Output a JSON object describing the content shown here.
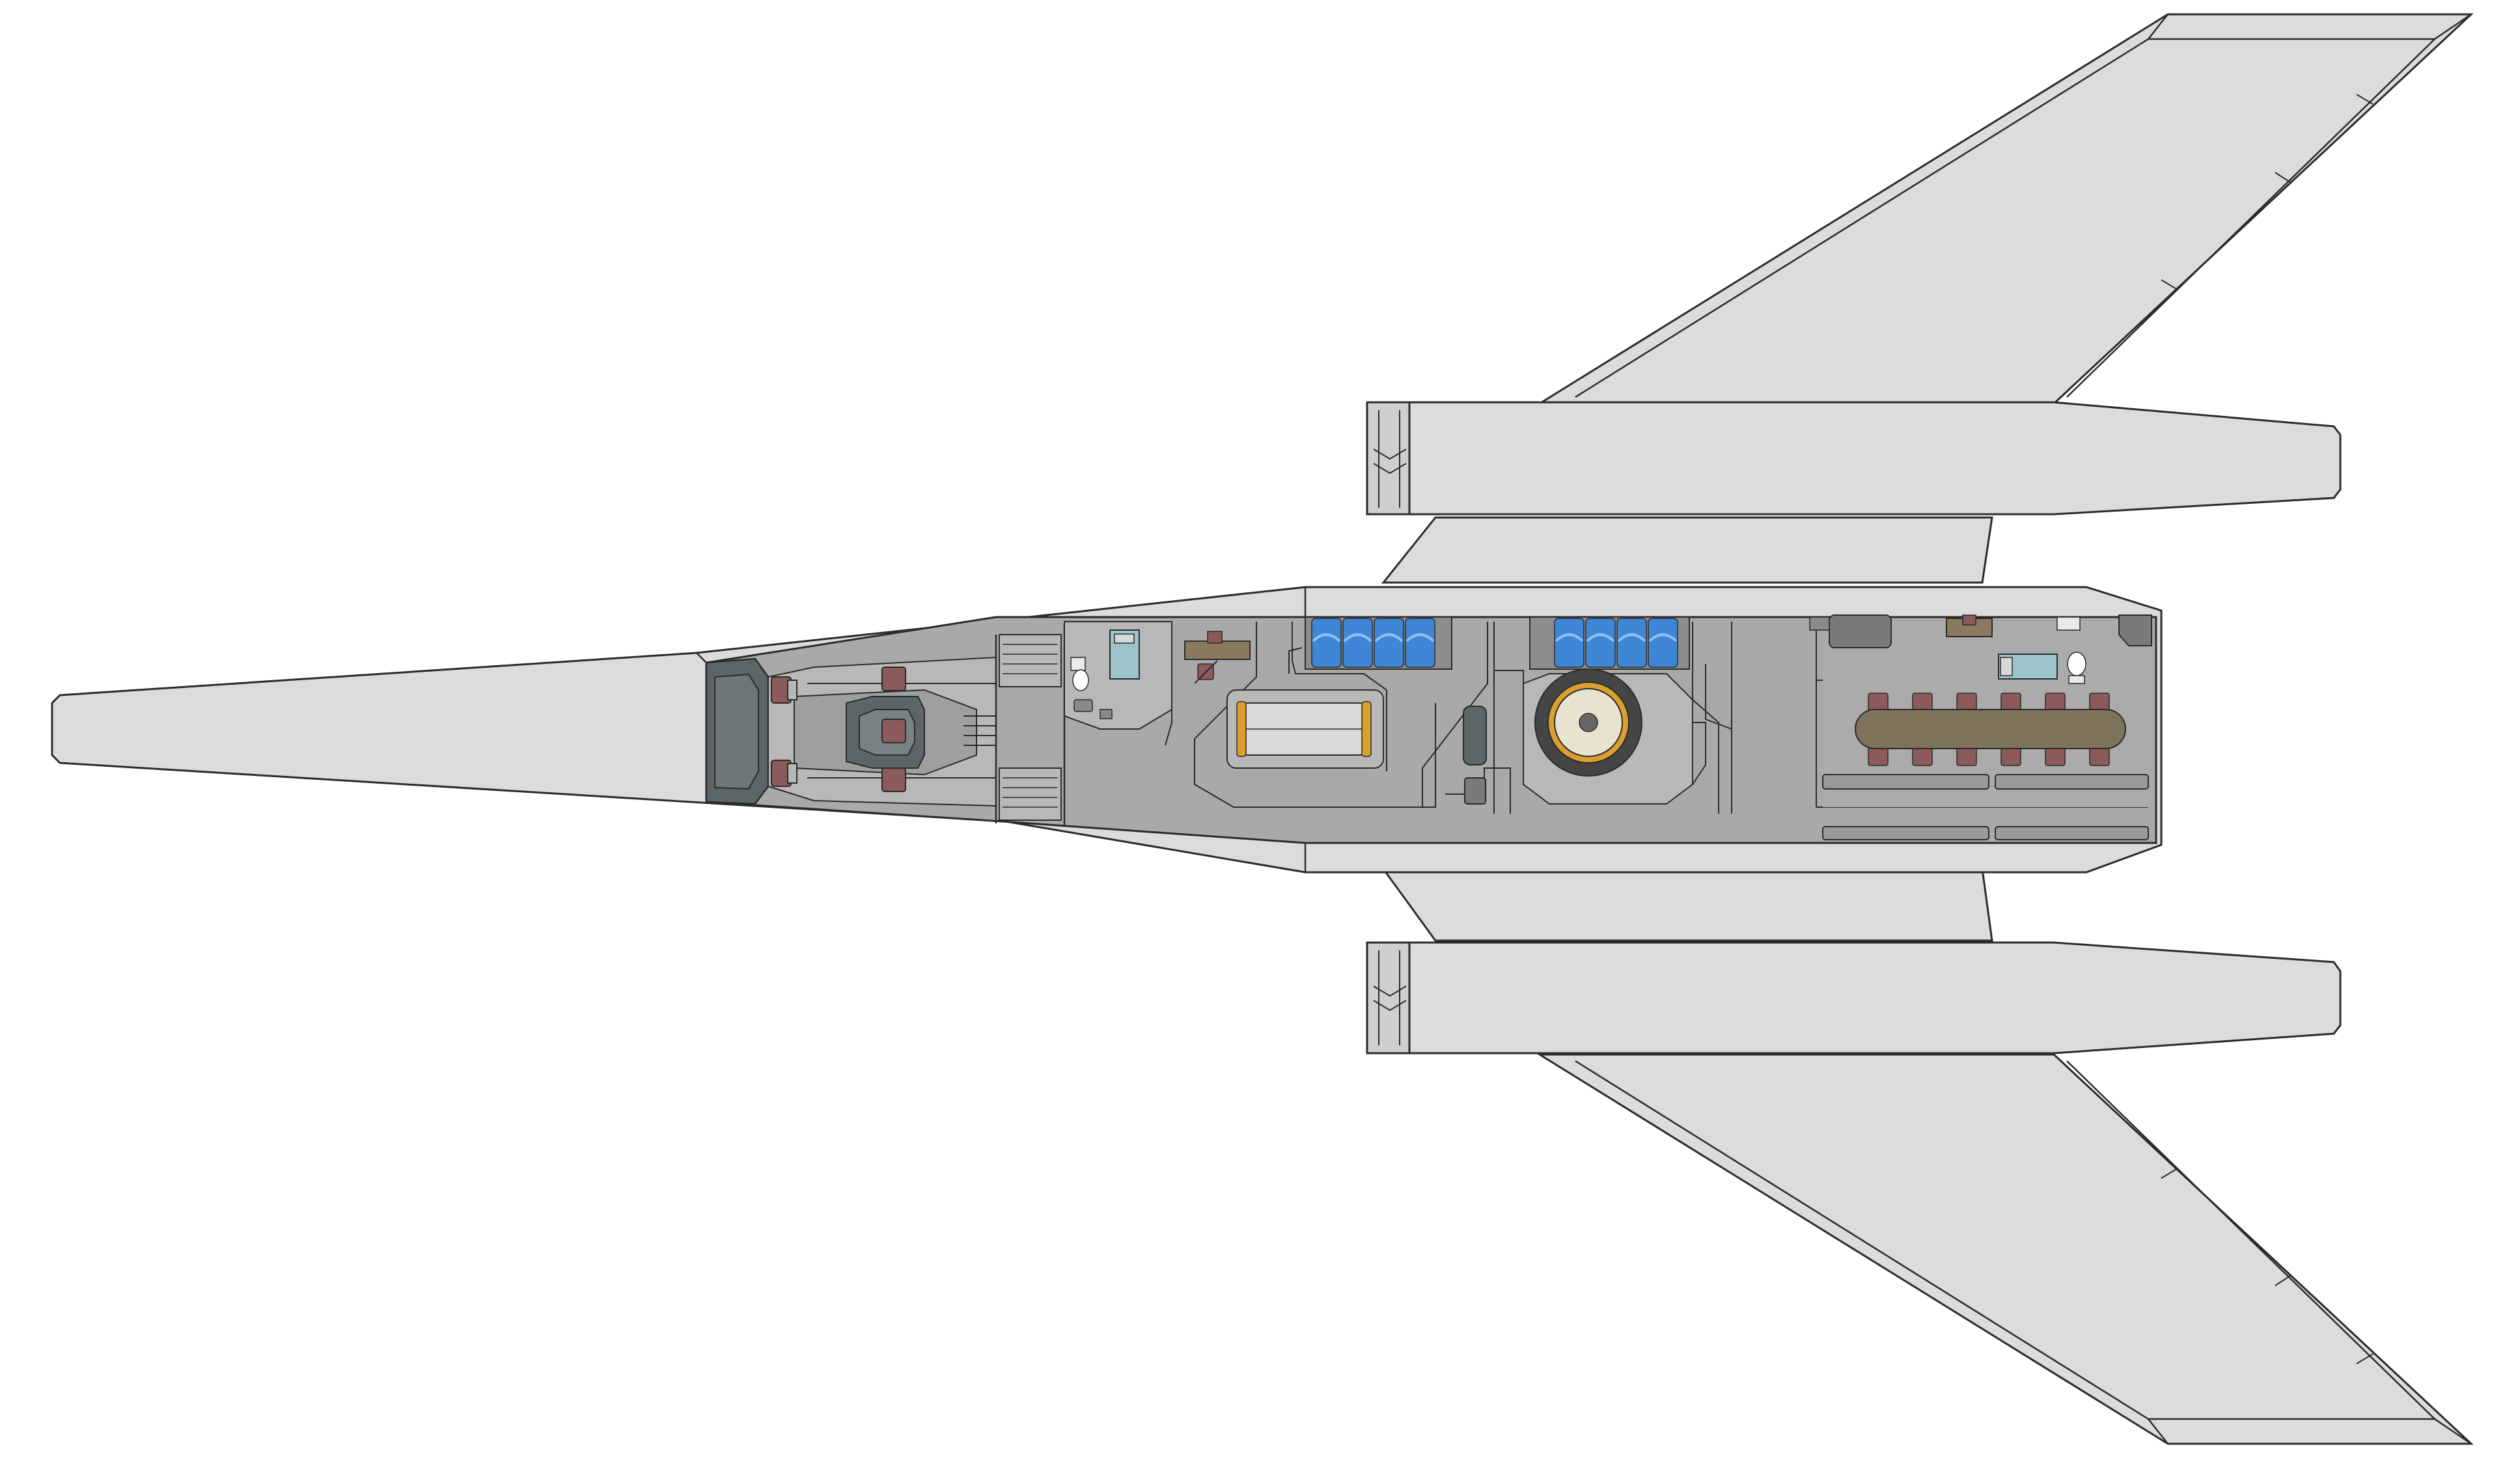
{
  "diagram": {
    "kind": "top-down deck plan",
    "text_labels": [],
    "colors": {
      "background": "#ffffff",
      "hull": "#dcdcdc",
      "outline": "#2b2b2b",
      "deck": "#a9a9a9",
      "deck_light": "#b8b8b8",
      "wall": "#858585",
      "cockpit_dark": "#5d6666",
      "seat": "#8c5a5a",
      "tank_blue": "#3f86d6",
      "tank_light": "#8fc1ee",
      "tan": "#8c7a5e",
      "table": "#7c735a",
      "gold": "#d9a02e",
      "cyan_fixture": "#9cc4c8"
    },
    "components": [
      {
        "name": "hull",
        "icon": "hull-shape"
      },
      {
        "name": "upper-wing",
        "icon": "wing-shape"
      },
      {
        "name": "lower-wing",
        "icon": "wing-shape"
      },
      {
        "name": "upper-engine-pod",
        "icon": "engine-nacelle"
      },
      {
        "name": "lower-engine-pod",
        "icon": "engine-nacelle"
      },
      {
        "name": "cockpit",
        "icon": "seat-icon",
        "seats": 4
      },
      {
        "name": "pilot-console",
        "icon": "console-icon"
      },
      {
        "name": "stairwells",
        "count": 2
      },
      {
        "name": "washroom",
        "icon": "toilet-icon"
      },
      {
        "name": "bunk-room",
        "icon": "bed-icon"
      },
      {
        "name": "desk",
        "icon": "desk-icon"
      },
      {
        "name": "cargo-cylinder",
        "icon": "cylinder-icon"
      },
      {
        "name": "fuel-tanks",
        "icon": "tank-icon",
        "banks": 2,
        "tanks_per_bank": 4
      },
      {
        "name": "reactor",
        "icon": "reactor-icon"
      },
      {
        "name": "conference-table",
        "icon": "table-icon",
        "chairs": 12
      },
      {
        "name": "aft-quarters",
        "icon": "bed-icon"
      }
    ]
  }
}
